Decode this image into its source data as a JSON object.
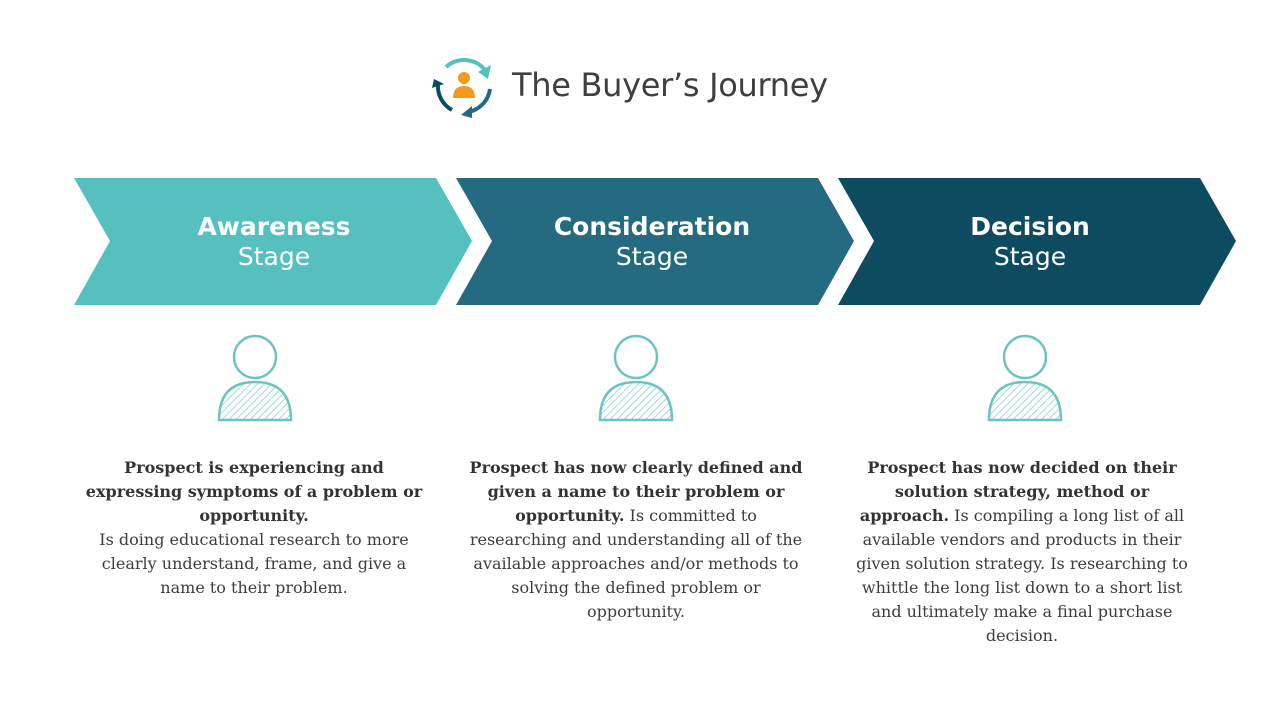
{
  "header": {
    "title": "The Buyer’s Journey",
    "logo_icon": "cycle-person-icon"
  },
  "colors": {
    "awareness": "#56c0c1",
    "consideration": "#246a80",
    "decision": "#0c4b60",
    "accent_orange": "#f39a1e",
    "outline": "#6cc4c2"
  },
  "stages": [
    {
      "name": "Awareness",
      "word": "Stage",
      "icon": "person-icon",
      "bold": "Prospect is experiencing and expressing symptoms of a problem or opportunity.",
      "text": "Is doing educational research to more clearly understand, frame, and give a name to their problem."
    },
    {
      "name": "Consideration",
      "word": "Stage",
      "icon": "person-icon",
      "bold": "Prospect has now clearly defined and given a name to their problem or opportunity.",
      "text": "Is committed to researching and understanding all of the available approaches and/or methods to solving the defined problem or opportunity."
    },
    {
      "name": "Decision",
      "word": "Stage",
      "icon": "person-icon",
      "bold": "Prospect has now decided on their solution strategy, method or approach.",
      "text": "Is compiling a long list of all available vendors and products in their given solution strategy. Is researching to whittle the long list down to a short list and ultimately make a final purchase decision."
    }
  ]
}
